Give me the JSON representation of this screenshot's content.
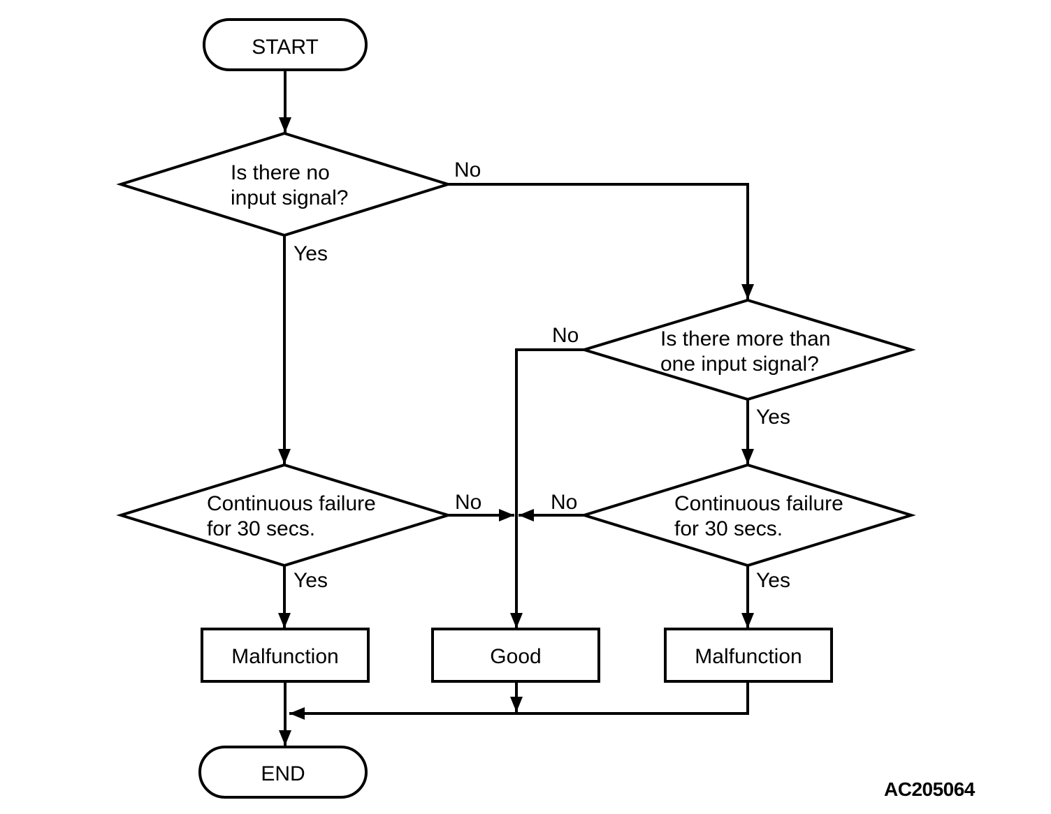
{
  "figure": {
    "id": "AC205064"
  },
  "colors": {
    "stroke": "#000000",
    "background": "#ffffff",
    "text": "#000000"
  },
  "nodes": {
    "start": {
      "label": "START"
    },
    "no_input": {
      "line1": "Is there no",
      "line2": "input signal?"
    },
    "more_than_one": {
      "line1": "Is there more than",
      "line2": "one input signal?"
    },
    "cont_fail_left": {
      "line1": "Continuous failure",
      "line2": "for 30 secs."
    },
    "cont_fail_right": {
      "line1": "Continuous failure",
      "line2": "for 30 secs."
    },
    "malfunction_left": {
      "label": "Malfunction"
    },
    "good": {
      "label": "Good"
    },
    "malfunction_right": {
      "label": "Malfunction"
    },
    "end": {
      "label": "END"
    }
  },
  "edge_labels": {
    "no_input_no": "No",
    "no_input_yes": "Yes",
    "more_than_one_no": "No",
    "more_than_one_yes": "Yes",
    "cont_fail_left_no": "No",
    "cont_fail_left_yes": "Yes",
    "cont_fail_right_no": "No",
    "cont_fail_right_yes": "Yes"
  }
}
